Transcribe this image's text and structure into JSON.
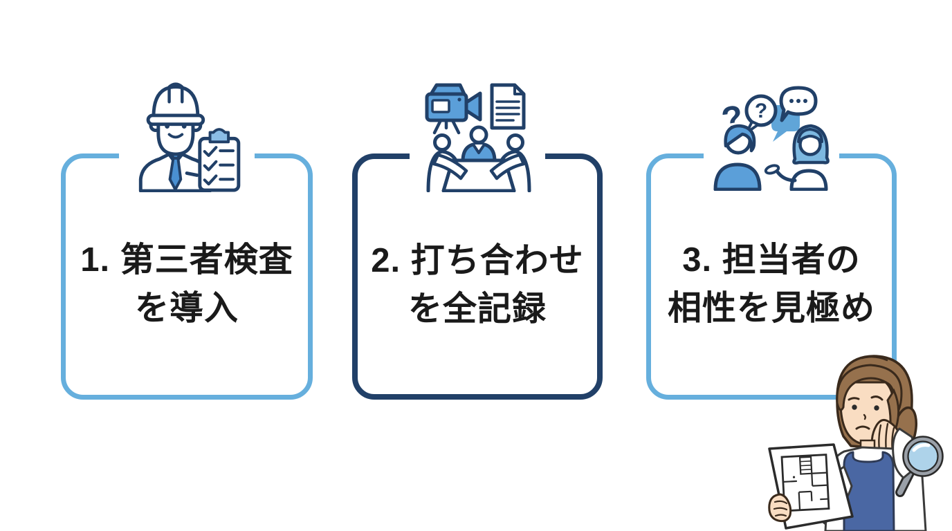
{
  "page": {
    "background": "#ffffff"
  },
  "colors": {
    "light_blue_border": "#66afdd",
    "navy_border": "#214068",
    "icon_blue": "#5b9fd9",
    "icon_light_blue": "#7db8e0",
    "text": "#1a1a1a",
    "apron_blue": "#4a67a3",
    "hair_brown": "#96714d",
    "skin": "#f9ddc2",
    "lens_blue": "#aed3ea"
  },
  "cards": [
    {
      "step": "1",
      "line1": "1. 第三者検査",
      "line2": "を導入",
      "border_color": "#66afdd",
      "icon": "construction-inspector-checklist-icon"
    },
    {
      "step": "2",
      "line1": "2. 打ち合わせ",
      "line2": "を全記録",
      "border_color": "#214068",
      "icon": "video-camera-meeting-record-icon"
    },
    {
      "step": "3",
      "line1": "3. 担当者の",
      "line2": "相性を見極め",
      "border_color": "#66afdd",
      "icon": "two-people-questions-conversation-icon"
    }
  ],
  "illustration": {
    "name": "worried-woman-holding-floor-plan-with-magnifying-glass"
  }
}
